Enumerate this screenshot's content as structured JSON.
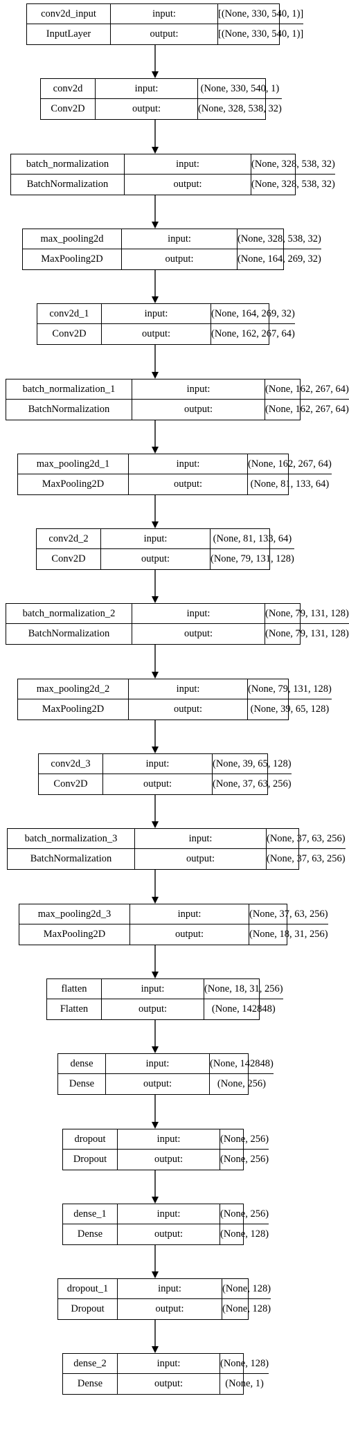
{
  "layers": [
    {
      "name": "conv2d_input",
      "type": "InputLayer",
      "input_label": "input:",
      "output_label": "output:",
      "input": "[(None, 330, 540, 1)]",
      "output": "[(None, 330, 540, 1)]"
    },
    {
      "name": "conv2d",
      "type": "Conv2D",
      "input_label": "input:",
      "output_label": "output:",
      "input": "(None, 330, 540, 1)",
      "output": "(None, 328, 538, 32)"
    },
    {
      "name": "batch_normalization",
      "type": "BatchNormalization",
      "input_label": "input:",
      "output_label": "output:",
      "input": "(None, 328, 538, 32)",
      "output": "(None, 328, 538, 32)"
    },
    {
      "name": "max_pooling2d",
      "type": "MaxPooling2D",
      "input_label": "input:",
      "output_label": "output:",
      "input": "(None, 328, 538, 32)",
      "output": "(None, 164, 269, 32)"
    },
    {
      "name": "conv2d_1",
      "type": "Conv2D",
      "input_label": "input:",
      "output_label": "output:",
      "input": "(None, 164, 269, 32)",
      "output": "(None, 162, 267, 64)"
    },
    {
      "name": "batch_normalization_1",
      "type": "BatchNormalization",
      "input_label": "input:",
      "output_label": "output:",
      "input": "(None, 162, 267, 64)",
      "output": "(None, 162, 267, 64)"
    },
    {
      "name": "max_pooling2d_1",
      "type": "MaxPooling2D",
      "input_label": "input:",
      "output_label": "output:",
      "input": "(None, 162, 267, 64)",
      "output": "(None, 81, 133, 64)"
    },
    {
      "name": "conv2d_2",
      "type": "Conv2D",
      "input_label": "input:",
      "output_label": "output:",
      "input": "(None, 81, 133, 64)",
      "output": "(None, 79, 131, 128)"
    },
    {
      "name": "batch_normalization_2",
      "type": "BatchNormalization",
      "input_label": "input:",
      "output_label": "output:",
      "input": "(None, 79, 131, 128)",
      "output": "(None, 79, 131, 128)"
    },
    {
      "name": "max_pooling2d_2",
      "type": "MaxPooling2D",
      "input_label": "input:",
      "output_label": "output:",
      "input": "(None, 79, 131, 128)",
      "output": "(None, 39, 65, 128)"
    },
    {
      "name": "conv2d_3",
      "type": "Conv2D",
      "input_label": "input:",
      "output_label": "output:",
      "input": "(None, 39, 65, 128)",
      "output": "(None, 37, 63, 256)"
    },
    {
      "name": "batch_normalization_3",
      "type": "BatchNormalization",
      "input_label": "input:",
      "output_label": "output:",
      "input": "(None, 37, 63, 256)",
      "output": "(None, 37, 63, 256)"
    },
    {
      "name": "max_pooling2d_3",
      "type": "MaxPooling2D",
      "input_label": "input:",
      "output_label": "output:",
      "input": "(None, 37, 63, 256)",
      "output": "(None, 18, 31, 256)"
    },
    {
      "name": "flatten",
      "type": "Flatten",
      "input_label": "input:",
      "output_label": "output:",
      "input": "(None, 18, 31, 256)",
      "output": "(None, 142848)"
    },
    {
      "name": "dense",
      "type": "Dense",
      "input_label": "input:",
      "output_label": "output:",
      "input": "(None, 142848)",
      "output": "(None, 256)"
    },
    {
      "name": "dropout",
      "type": "Dropout",
      "input_label": "input:",
      "output_label": "output:",
      "input": "(None, 256)",
      "output": "(None, 256)"
    },
    {
      "name": "dense_1",
      "type": "Dense",
      "input_label": "input:",
      "output_label": "output:",
      "input": "(None, 256)",
      "output": "(None, 128)"
    },
    {
      "name": "dropout_1",
      "type": "Dropout",
      "input_label": "input:",
      "output_label": "output:",
      "input": "(None, 128)",
      "output": "(None, 128)"
    },
    {
      "name": "dense_2",
      "type": "Dense",
      "input_label": "input:",
      "output_label": "output:",
      "input": "(None, 128)",
      "output": "(None, 1)"
    }
  ]
}
